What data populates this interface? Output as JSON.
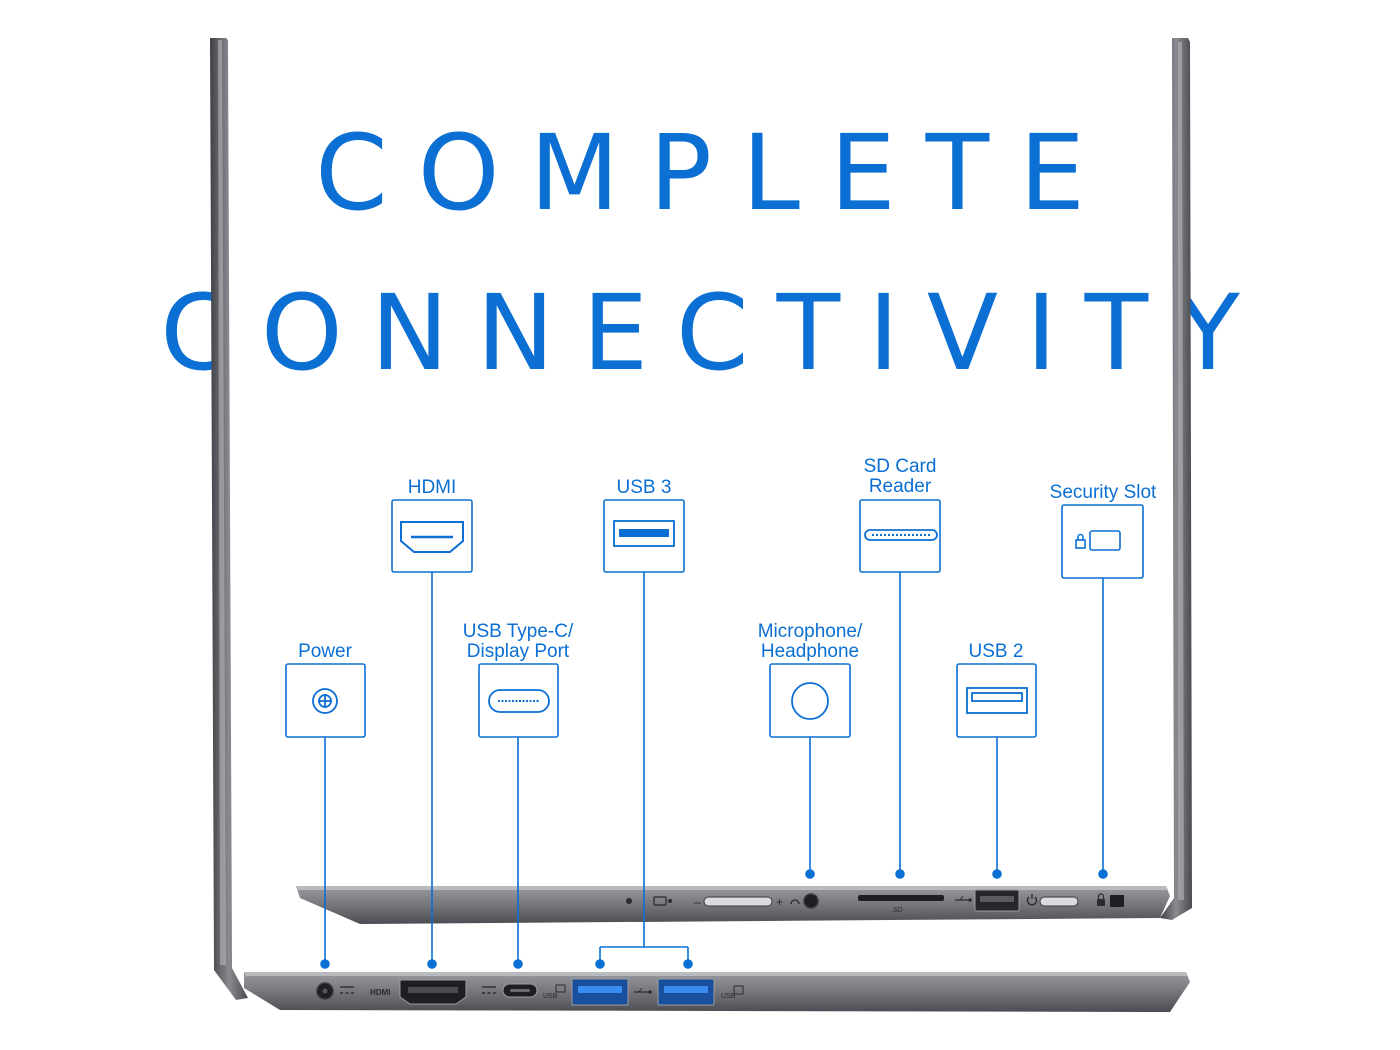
{
  "headline": {
    "line1": "COMPLETE",
    "line2": "CONNECTIVITY"
  },
  "colors": {
    "accent": "#0b6fd3",
    "chassis": "#6f7075",
    "chassis_dark": "#4a4b50",
    "usb3_blue": "#1f6fd6"
  },
  "ports": {
    "power": {
      "label": "Power",
      "icon": "power-jack-icon"
    },
    "hdmi": {
      "label": "HDMI",
      "icon": "hdmi-port-icon"
    },
    "usbc": {
      "label_line1": "USB Type-C/",
      "label_line2": "Display Port",
      "icon": "usb-c-port-icon"
    },
    "usb3": {
      "label": "USB 3",
      "icon": "usb3-port-icon"
    },
    "mic": {
      "label_line1": "Microphone/",
      "label_line2": "Headphone",
      "icon": "headphone-jack-icon"
    },
    "sd": {
      "label_line1": "SD Card",
      "label_line2": "Reader",
      "icon": "sd-card-slot-icon"
    },
    "usb2": {
      "label": "USB 2",
      "icon": "usb2-port-icon"
    },
    "security": {
      "label": "Security Slot",
      "icon": "security-lock-icon"
    }
  },
  "chassis_markings": {
    "hdmi": "HDMI",
    "usb_c_logo": "USB",
    "usb3_logo": "USB",
    "sd_logo": "SD"
  }
}
